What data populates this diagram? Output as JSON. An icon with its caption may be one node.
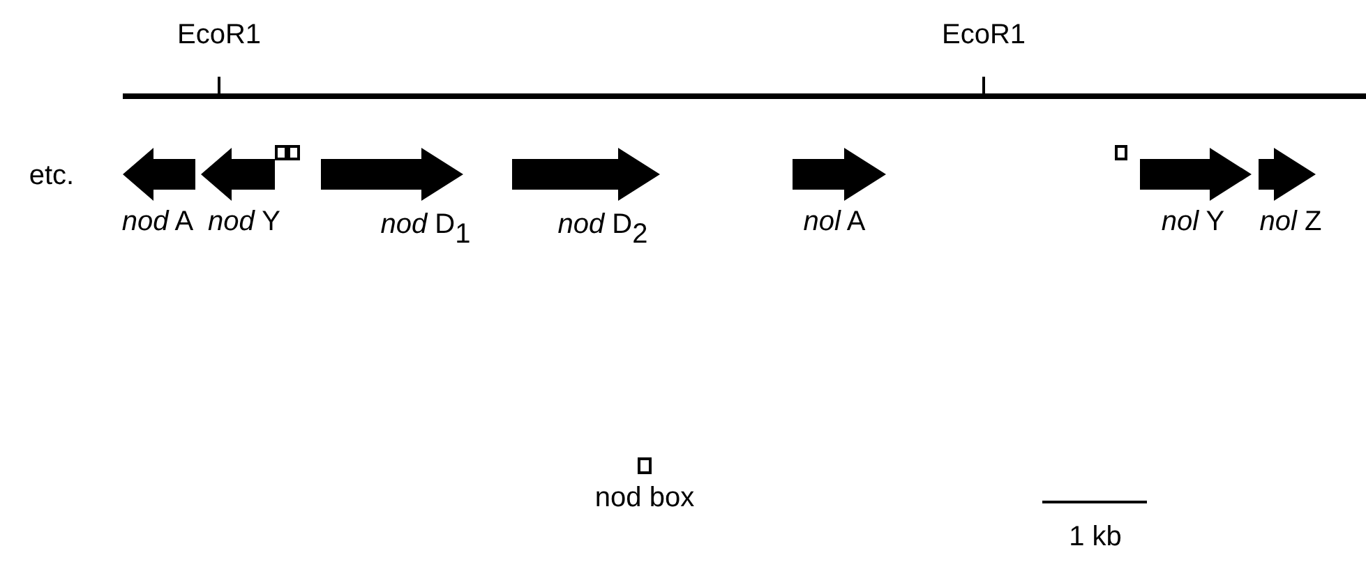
{
  "diagram": {
    "labels": [
      "EcoR1",
      "EcoR1",
      "etc.",
      "*nod* A",
      "*nod* Y",
      "*nod* D$_{1}$",
      "*nod* D$_{2}$",
      "*nol* A",
      "*nol* Y",
      "*nol* Z",
      "1 kb"
    ],
    "legend": [
      {
        "text": "nod box"
      }
    ]
  }
}
